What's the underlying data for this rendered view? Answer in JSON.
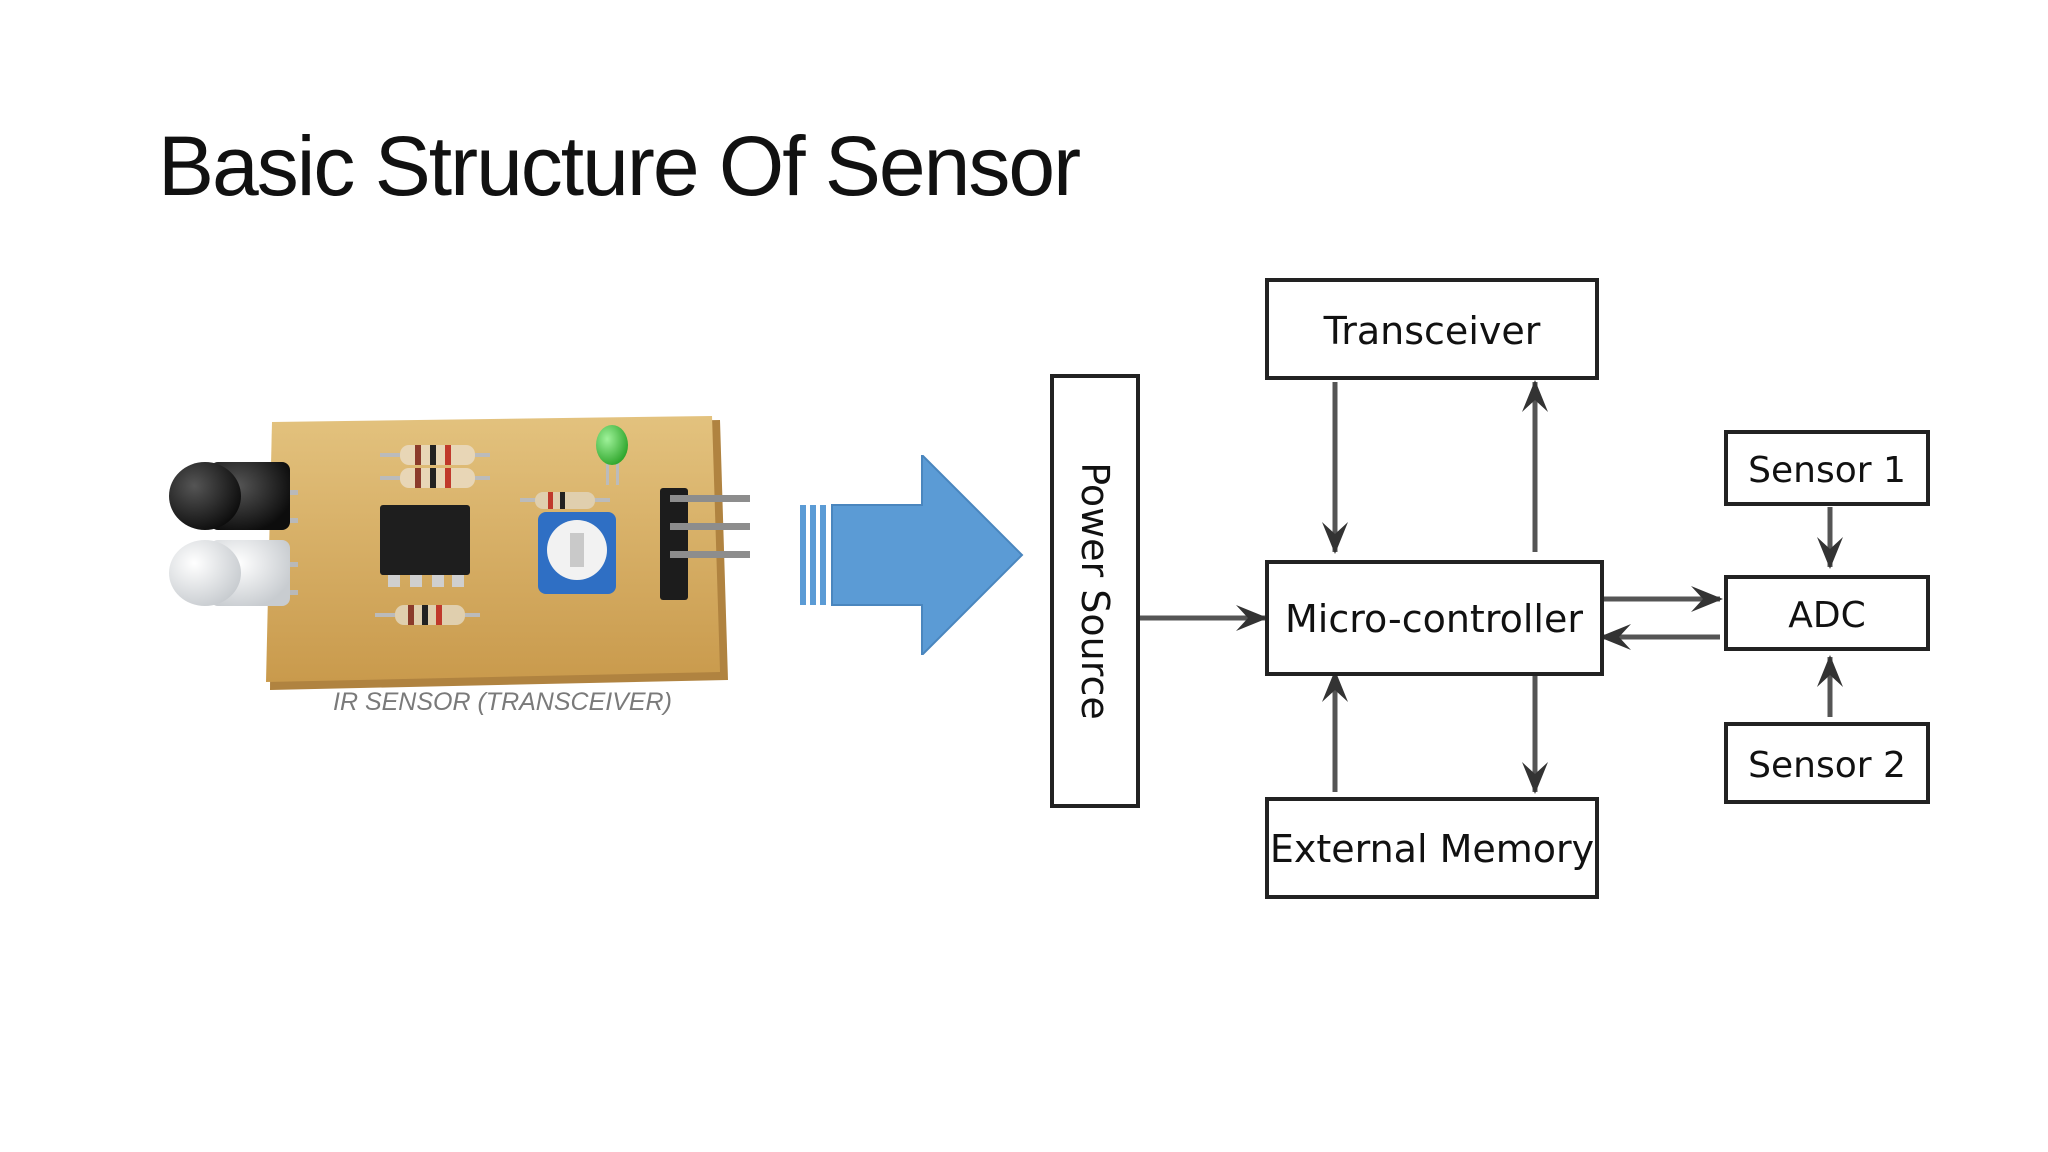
{
  "slide": {
    "title": "Basic Structure Of Sensor"
  },
  "photo": {
    "caption": "IR SENSOR (TRANSCEIVER)"
  },
  "diagram": {
    "blocks": {
      "transceiver": "Transceiver",
      "power_source": "Power Source",
      "microcontroller": "Micro-controller",
      "external_memory": "External Memory",
      "sensor1": "Sensor 1",
      "adc": "ADC",
      "sensor2": "Sensor 2"
    }
  },
  "colors": {
    "arrow_fill": "#5b9bd5",
    "pcb": "#d9b36a",
    "block_border": "#222222"
  }
}
